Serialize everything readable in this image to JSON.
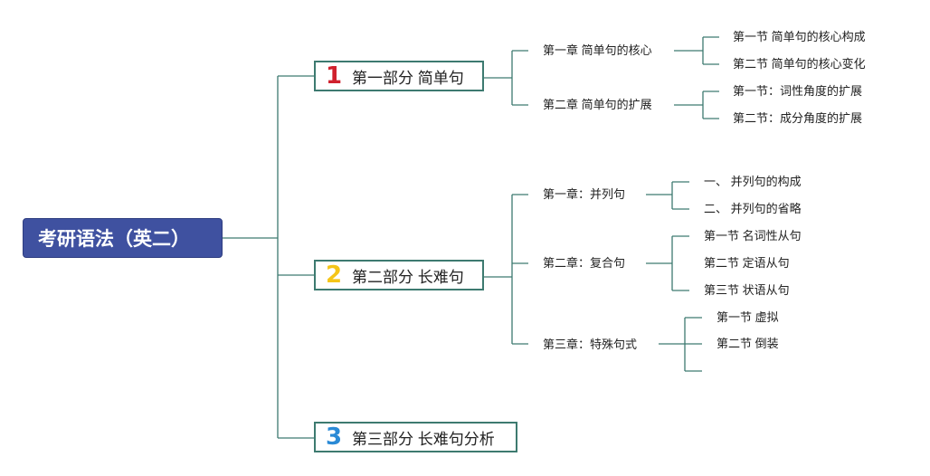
{
  "root": {
    "title": "考研语法（英二）"
  },
  "parts": [
    {
      "num": "1",
      "num_color": "#d0212d",
      "label": "第一部分 简单句"
    },
    {
      "num": "2",
      "num_color": "#f5c518",
      "label": "第二部分 长难句"
    },
    {
      "num": "3",
      "num_color": "#2a8ad6",
      "label": "第三部分 长难句分析"
    }
  ],
  "chapters": [
    "第一章 简单句的核心",
    "第二章 简单句的扩展",
    "第一章：并列句",
    "第二章：复合句",
    "第三章：特殊句式"
  ],
  "sections": [
    "第一节 简单句的核心构成",
    "第二节 简单句的核心变化",
    "第一节：词性角度的扩展",
    "第二节：成分角度的扩展",
    "一、 并列句的构成",
    "二、 并列句的省略",
    "第一节 名词性从句",
    "第二节 定语从句",
    "第三节 状语从句",
    "第一节 虚拟",
    "第二节 倒装"
  ],
  "colors": {
    "line": "#3d7a70",
    "root_bg": "#3f51a0"
  }
}
